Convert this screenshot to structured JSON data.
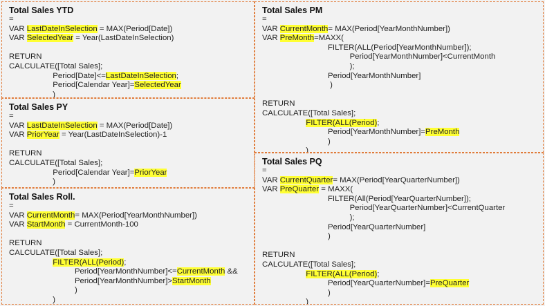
{
  "panels": [
    {
      "id": "ytd",
      "title": "Total Sales YTD",
      "lines": [
        [
          {
            "t": "="
          }
        ],
        [
          {
            "t": "VAR "
          },
          {
            "t": "LastDateInSelection",
            "h": true
          },
          {
            "t": " = MAX(Period[Date])"
          }
        ],
        [
          {
            "t": "VAR "
          },
          {
            "t": "SelectedYear",
            "h": true
          },
          {
            "t": " = Year(LastDateInSelection)"
          }
        ],
        [],
        [
          {
            "t": "RETURN"
          }
        ],
        [
          {
            "t": "CALCULATE([Total Sales];"
          }
        ],
        [
          {
            "t": "                    Period[Date]<="
          },
          {
            "t": "LastDateInSelection",
            "h": true
          },
          {
            "t": ";"
          }
        ],
        [
          {
            "t": "                    Period[Calendar Year]="
          },
          {
            "t": "SelectedYear",
            "h": true
          }
        ],
        [
          {
            "t": "                    )"
          }
        ]
      ]
    },
    {
      "id": "py",
      "title": "Total Sales PY",
      "lines": [
        [
          {
            "t": "="
          }
        ],
        [
          {
            "t": "VAR "
          },
          {
            "t": "LastDateInSelection",
            "h": true
          },
          {
            "t": " = MAX(Period[Date])"
          }
        ],
        [
          {
            "t": "VAR "
          },
          {
            "t": "PriorYear",
            "h": true
          },
          {
            "t": " = Year(LastDateInSelection)-1"
          }
        ],
        [],
        [
          {
            "t": "RETURN"
          }
        ],
        [
          {
            "t": "CALCULATE([Total Sales];"
          }
        ],
        [
          {
            "t": "                    Period[Calendar Year]="
          },
          {
            "t": "PriorYear",
            "h": true
          }
        ],
        [
          {
            "t": "                    )"
          }
        ]
      ]
    },
    {
      "id": "roll",
      "title": "Total Sales Roll.",
      "lines": [
        [
          {
            "t": "="
          }
        ],
        [
          {
            "t": "VAR "
          },
          {
            "t": "CurrentMonth",
            "h": true
          },
          {
            "t": "= MAX(Period[YearMonthNumber])"
          }
        ],
        [
          {
            "t": "VAR "
          },
          {
            "t": "StartMonth",
            "h": true
          },
          {
            "t": " = CurrentMonth-100"
          }
        ],
        [],
        [
          {
            "t": "RETURN"
          }
        ],
        [
          {
            "t": "CALCULATE([Total Sales];"
          }
        ],
        [
          {
            "t": "                    "
          },
          {
            "t": "FILTER(ALL(Period)",
            "h": true
          },
          {
            "t": ";"
          }
        ],
        [
          {
            "t": "                              Period[YearMonthNumber]<="
          },
          {
            "t": "CurrentMonth",
            "h": true
          },
          {
            "t": " &&"
          }
        ],
        [
          {
            "t": "                              Period[YearMonthNumber]>"
          },
          {
            "t": "StartMonth",
            "h": true
          }
        ],
        [
          {
            "t": "                              )"
          }
        ],
        [
          {
            "t": "                    )"
          }
        ]
      ]
    },
    {
      "id": "pm",
      "title": "Total Sales PM",
      "lines": [
        [
          {
            "t": "="
          }
        ],
        [
          {
            "t": "VAR "
          },
          {
            "t": "CurrentMonth",
            "h": true
          },
          {
            "t": "= MAX(Period[YearMonthNumber])"
          }
        ],
        [
          {
            "t": "VAR "
          },
          {
            "t": "PreMonth",
            "h": true
          },
          {
            "t": "=MAXX("
          }
        ],
        [
          {
            "t": "                              FILTER(ALL(Period[YearMonthNumber]);"
          }
        ],
        [
          {
            "t": "                                        Period[YearMonthNumber]<CurrentMonth"
          }
        ],
        [
          {
            "t": "                                        );"
          }
        ],
        [
          {
            "t": "                              Period[YearMonthNumber]"
          }
        ],
        [
          {
            "t": "                               )"
          }
        ],
        [],
        [
          {
            "t": "RETURN"
          }
        ],
        [
          {
            "t": "CALCULATE([Total Sales];"
          }
        ],
        [
          {
            "t": "                    "
          },
          {
            "t": "FILTER(ALL(Period)",
            "h": true
          },
          {
            "t": ";"
          }
        ],
        [
          {
            "t": "                              Period[YearMonthNumber]="
          },
          {
            "t": "PreMonth",
            "h": true
          }
        ],
        [
          {
            "t": "                              )"
          }
        ],
        [
          {
            "t": "                    )"
          }
        ]
      ]
    },
    {
      "id": "pq",
      "title": "Total Sales PQ",
      "lines": [
        [
          {
            "t": "="
          }
        ],
        [
          {
            "t": "VAR "
          },
          {
            "t": "CurrentQuarter",
            "h": true
          },
          {
            "t": "= MAX(Period[YearQuarterNumber])"
          }
        ],
        [
          {
            "t": "VAR "
          },
          {
            "t": "PreQuarter",
            "h": true
          },
          {
            "t": " = MAXX("
          }
        ],
        [
          {
            "t": "                              FILTER(All(Period[YearQuarterNumber]);"
          }
        ],
        [
          {
            "t": "                                        Period[YearQuarterNumber]<CurrentQuarter"
          }
        ],
        [
          {
            "t": "                                        );"
          }
        ],
        [
          {
            "t": "                              Period[YearQuarterNumber]"
          }
        ],
        [
          {
            "t": "                              )"
          }
        ],
        [],
        [
          {
            "t": "RETURN"
          }
        ],
        [
          {
            "t": "CALCULATE([Total Sales];"
          }
        ],
        [
          {
            "t": "                    "
          },
          {
            "t": "FILTER(ALL(Period)",
            "h": true
          },
          {
            "t": ";"
          }
        ],
        [
          {
            "t": "                              Period[YearQuarterNumber]="
          },
          {
            "t": "PreQuarter",
            "h": true
          }
        ],
        [
          {
            "t": "                              )"
          }
        ],
        [
          {
            "t": "                    )"
          }
        ]
      ]
    }
  ],
  "colors": {
    "highlight": "#ffff33",
    "border": "#e07b39",
    "background": "#f2f2f2"
  }
}
